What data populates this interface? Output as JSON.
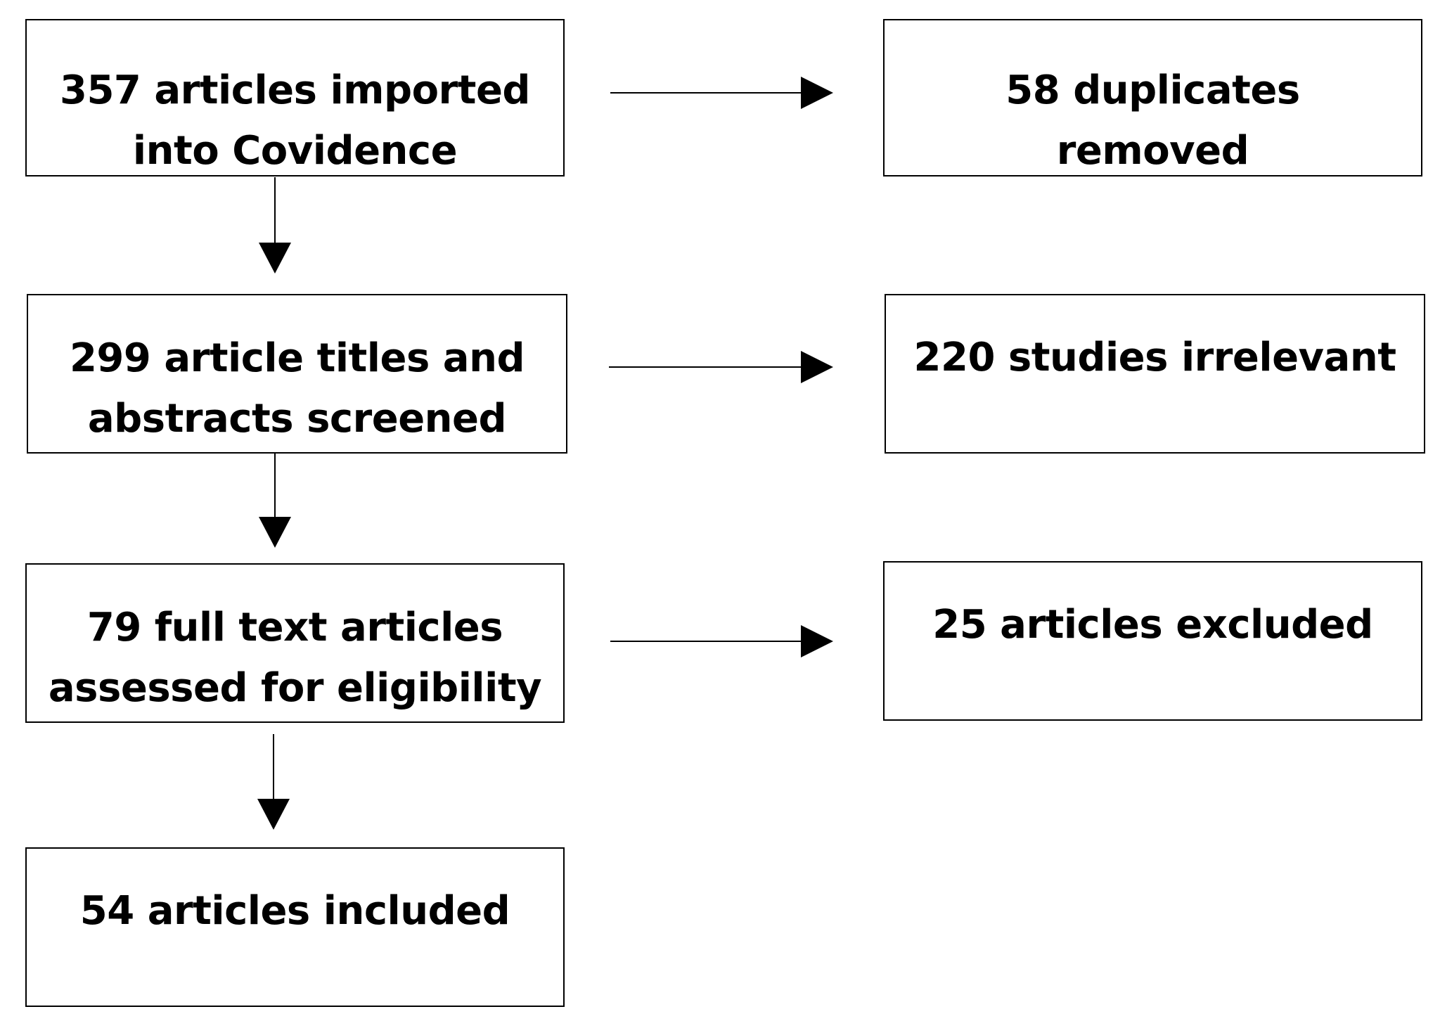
{
  "flow": {
    "steps": [
      {
        "lines": [
          "357 articles imported",
          "into Covidence"
        ]
      },
      {
        "lines": [
          "299 article titles and",
          "abstracts screened"
        ]
      },
      {
        "lines": [
          "79 full text articles",
          "assessed for eligibility"
        ]
      },
      {
        "lines": [
          "54 articles included"
        ]
      }
    ],
    "exclusions": [
      {
        "lines": [
          "58 duplicates",
          "removed"
        ]
      },
      {
        "lines": [
          "220 studies irrelevant"
        ]
      },
      {
        "lines": [
          "25 articles excluded"
        ]
      }
    ]
  }
}
